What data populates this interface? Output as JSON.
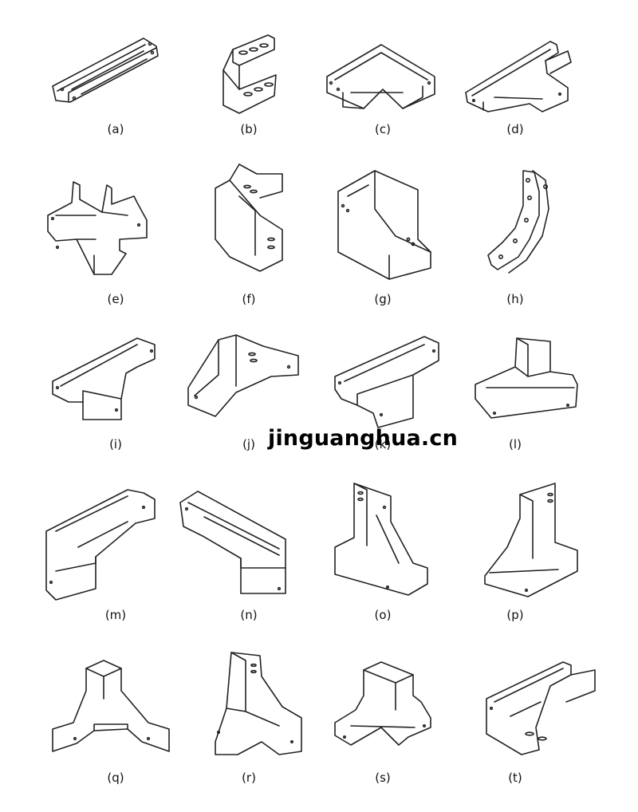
{
  "watermark": "jinguanghua.cn",
  "figures": [
    {
      "id": "a",
      "label": "(a)"
    },
    {
      "id": "b",
      "label": "(b)"
    },
    {
      "id": "c",
      "label": "(c)"
    },
    {
      "id": "d",
      "label": "(d)"
    },
    {
      "id": "e",
      "label": "(e)"
    },
    {
      "id": "f",
      "label": "(f)"
    },
    {
      "id": "g",
      "label": "(g)"
    },
    {
      "id": "h",
      "label": "(h)"
    },
    {
      "id": "i",
      "label": "(i)"
    },
    {
      "id": "j",
      "label": "(j)"
    },
    {
      "id": "k",
      "label": "(k)"
    },
    {
      "id": "l",
      "label": "(l)"
    },
    {
      "id": "m",
      "label": "(m)"
    },
    {
      "id": "n",
      "label": "(n)"
    },
    {
      "id": "o",
      "label": "(o)"
    },
    {
      "id": "p",
      "label": "(p)"
    },
    {
      "id": "q",
      "label": "(q)"
    },
    {
      "id": "r",
      "label": "(r)"
    },
    {
      "id": "s",
      "label": "(s)"
    },
    {
      "id": "t",
      "label": "(t)"
    }
  ]
}
